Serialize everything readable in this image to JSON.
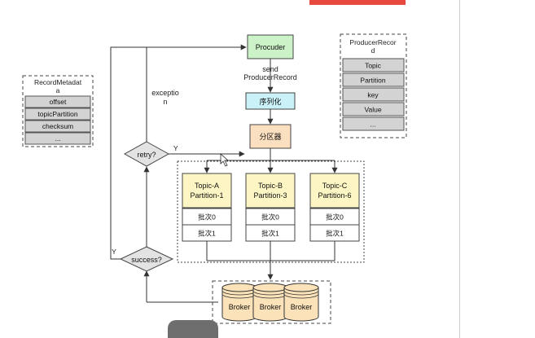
{
  "nodes": {
    "producer": "Procuder",
    "send_label": [
      "send",
      "ProducerRecord"
    ],
    "serializer": "序列化",
    "partitioner": "分区器",
    "retry": "retry?",
    "success": "success?",
    "exception_label": [
      "exceptio",
      "n"
    ],
    "retry_yes": "Y",
    "success_yes": "Y"
  },
  "record_metadata": {
    "title": [
      "RecordMetadat",
      "a"
    ],
    "fields": [
      "offset",
      "topicPartition",
      "checksum",
      "..."
    ]
  },
  "producer_record": {
    "title": [
      "ProducerRecor",
      "d"
    ],
    "fields": [
      "Topic",
      "Partition",
      "key",
      "Value",
      "..."
    ]
  },
  "partitions": [
    {
      "title": [
        "Topic-A",
        "Partition-1"
      ],
      "batches": [
        "批次0",
        "批次1"
      ]
    },
    {
      "title": [
        "Topic-B",
        "Partition-3"
      ],
      "batches": [
        "批次0",
        "批次1"
      ]
    },
    {
      "title": [
        "Topic-C",
        "Partition-6"
      ],
      "batches": [
        "批次0",
        "批次1"
      ]
    }
  ],
  "brokers": [
    "Broker",
    "Broker",
    "Broker"
  ],
  "colors": {
    "producer_fill": "#ccf2c8",
    "serializer_fill": "#c9f1f7",
    "partitioner_fill": "#fbe0c0",
    "partition_fill": "#fdf6c4",
    "field_fill": "#d3d3d3",
    "broker_fill": "#fbe2b8",
    "diamond_fill": "#e3e3e3",
    "red_accent": "#e8493f"
  }
}
